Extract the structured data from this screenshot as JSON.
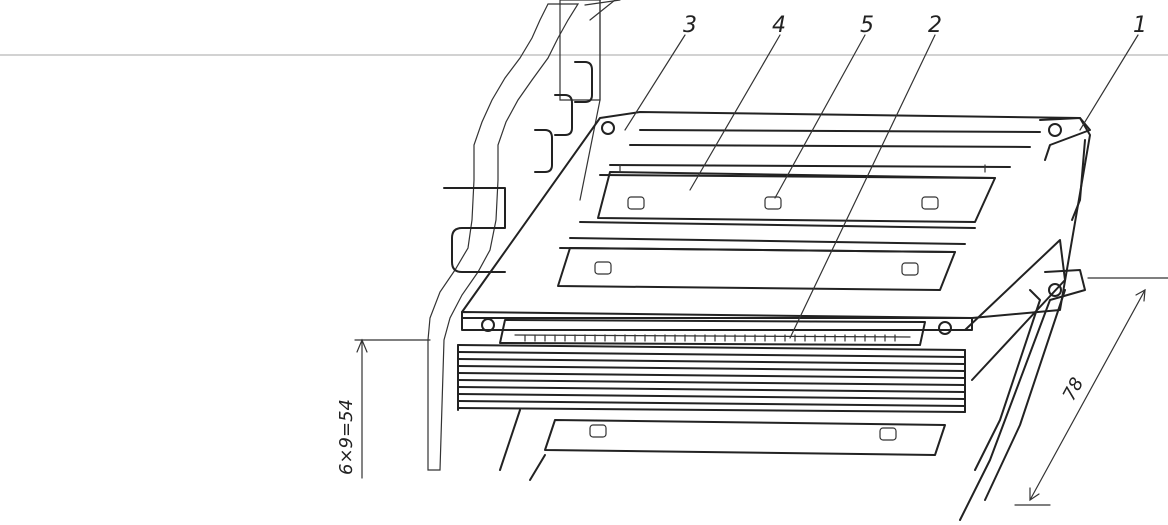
{
  "labels": {
    "l1": "1",
    "l2": "2",
    "l3": "3",
    "l4": "4",
    "l5": "5"
  },
  "dimensions": {
    "height": "6×9=54",
    "length": "78"
  }
}
